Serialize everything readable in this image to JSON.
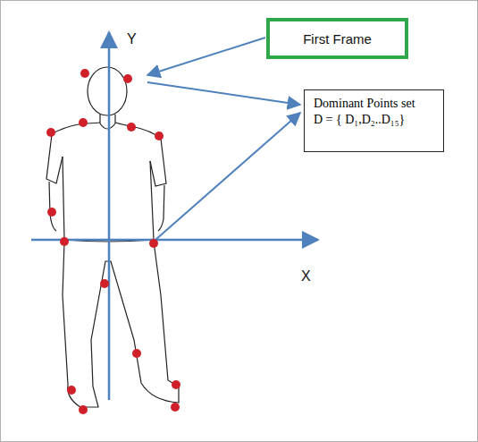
{
  "diagram": {
    "nodes": [
      {
        "text": [
          "First Frame"
        ]
      },
      {
        "text": [
          "Dominant Points set",
          "D = { D₁,D₂..D₁₅}"
        ]
      }
    ],
    "labels": [
      "Y",
      "X"
    ]
  }
}
